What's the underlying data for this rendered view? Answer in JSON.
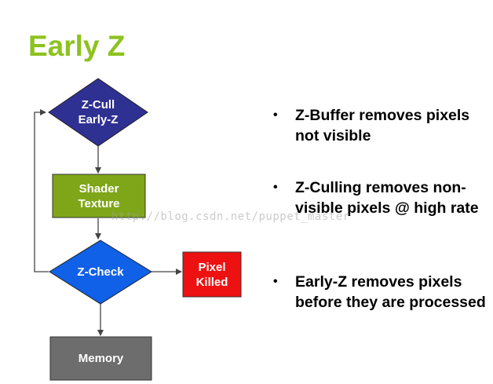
{
  "title": "Early Z",
  "flowchart": {
    "nodes": {
      "zcull": {
        "label": "Z-Cull\nEarly-Z",
        "color": "#2e3192"
      },
      "shader": {
        "label": "Shader\nTexture",
        "color": "#7fa618"
      },
      "zcheck": {
        "label": "Z-Check",
        "color": "#1060e8"
      },
      "pixel_killed": {
        "label": "Pixel\nKilled",
        "color": "#ee1111"
      },
      "memory": {
        "label": "Memory",
        "color": "#6d6d6d"
      }
    }
  },
  "bullets": [
    {
      "text": "Z-Buffer removes pixels not visible"
    },
    {
      "text": "Z-Culling removes non-visible pixels @ high rate"
    },
    {
      "text": "Early-Z removes pixels before they are processed"
    }
  ],
  "watermark": "http://blog.csdn.net/puppet_master"
}
